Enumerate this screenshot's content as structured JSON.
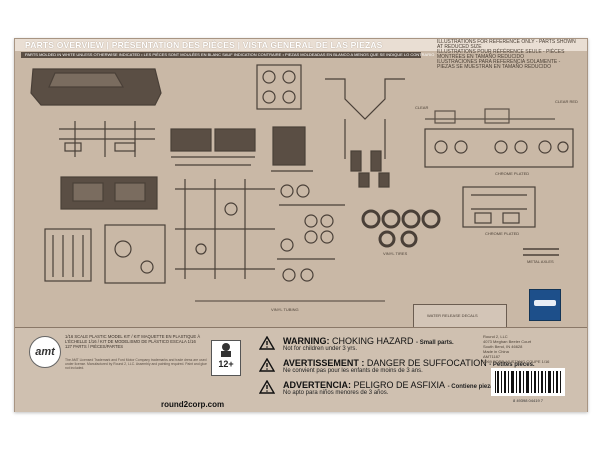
{
  "box": {
    "header_title": "PARTS OVERVIEW | PRÉSENTATION DES PIÈCES | VISTA GENERAL DE LAS PIEZAS",
    "header_right_lines": [
      "ILLUSTRATIONS FOR REFERENCE ONLY - PARTS SHOWN AT REDUCED SIZE",
      "ILLUSTRATIONS POUR RÉFÉRENCE SEULE - PIÈCES MONTRÉES EN TAMAÑO REDUCIDO",
      "ILUSTRACIONES PARA REFERENCIA SOLAMENTE - PIEZAS SE MUESTRAN EN TAMAÑO REDUCIDO"
    ],
    "molded_note": "PARTS MOLDED IN WHITE UNLESS OTHERWISE INDICATED • LES PIÈCES SONT MOULÉES EN BLANC SAUF INDICATION CONTRAIRE • PIEZAS MOLDEADAS EN BLANCO A MENOS QUE SE INDIQUE LO CONTRARIO"
  },
  "part_labels": {
    "clear": "CLEAR",
    "clear_red": "CLEAR RED",
    "chrome_plated_1": "CHROME PLATED",
    "chrome_plated_2": "CHROME PLATED",
    "vinyl_tires": "VINYL TIRES",
    "metal_axles": "METAL AXLES",
    "vinyl_tubing": "VINYL TUBING",
    "water_slide": "WATER RELEASE DECALS"
  },
  "bottom": {
    "logo": "amt",
    "scale_text": "1/16 SCALE PLASTIC MODEL KIT / KIT MAQUETTE EN PLASTIQUE À L'ÉCHELLE 1/16 / KIT DE MODELISMO DE PLÁSTICO ESCALA 1/16",
    "parts_count": "127 PARTS / PIÈCES/PARTES",
    "small_print": "The AMT Licensed Trademark and Ford Motor Company trademarks and trade dress are used under license. Manufactured by Round 2, LLC. Assembly and painting required. Paint and glue not included.",
    "ages": "12+",
    "website": "round2corp.com",
    "warnings": [
      {
        "title": "WARNING:",
        "hazard": "CHOKING HAZARD",
        "extra": "- Small parts.",
        "sub": "Not for children under 3 yrs."
      },
      {
        "title": "AVERTISSEMENT :",
        "hazard": "DANGER DE SUFFOCATION",
        "extra": "- Petites pièces.",
        "sub": "Ne convient pas pour les enfants de moins de 3 ans."
      },
      {
        "title": "ADVERTENCIA:",
        "hazard": "PELIGRO DE ASFIXIA",
        "extra": "- Contiene piezas pequeñas.",
        "sub": "No apto para niños menores de 3 años."
      }
    ],
    "right_lines": [
      "Round 2, LLC",
      "4073 Meghan Beeler Court",
      "South Bend, IN 46628",
      "Made in China",
      "AMT1187",
      "1969 FORD MUSTANG COUPE 1/16"
    ],
    "barcode_number": "8 49398 04419 7"
  },
  "colors": {
    "box": "#c9b8a6",
    "parts": "#4a4038",
    "bottom_panel": "#cfc0b0",
    "cert_badge": "#1d4f8a"
  }
}
